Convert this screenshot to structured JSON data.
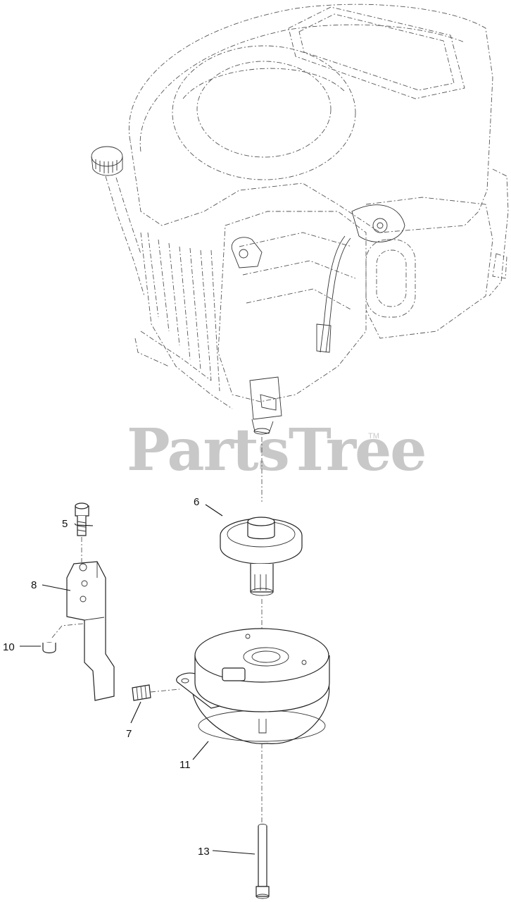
{
  "watermark": {
    "text": "PartsTree",
    "trademark": "TM"
  },
  "callouts": [
    {
      "id": "6",
      "part": "pulley"
    },
    {
      "id": "5",
      "part": "bolt"
    },
    {
      "id": "8",
      "part": "bracket"
    },
    {
      "id": "10",
      "part": "nut"
    },
    {
      "id": "7",
      "part": "key"
    },
    {
      "id": "11",
      "part": "clutch"
    },
    {
      "id": "13",
      "part": "long-bolt"
    }
  ]
}
